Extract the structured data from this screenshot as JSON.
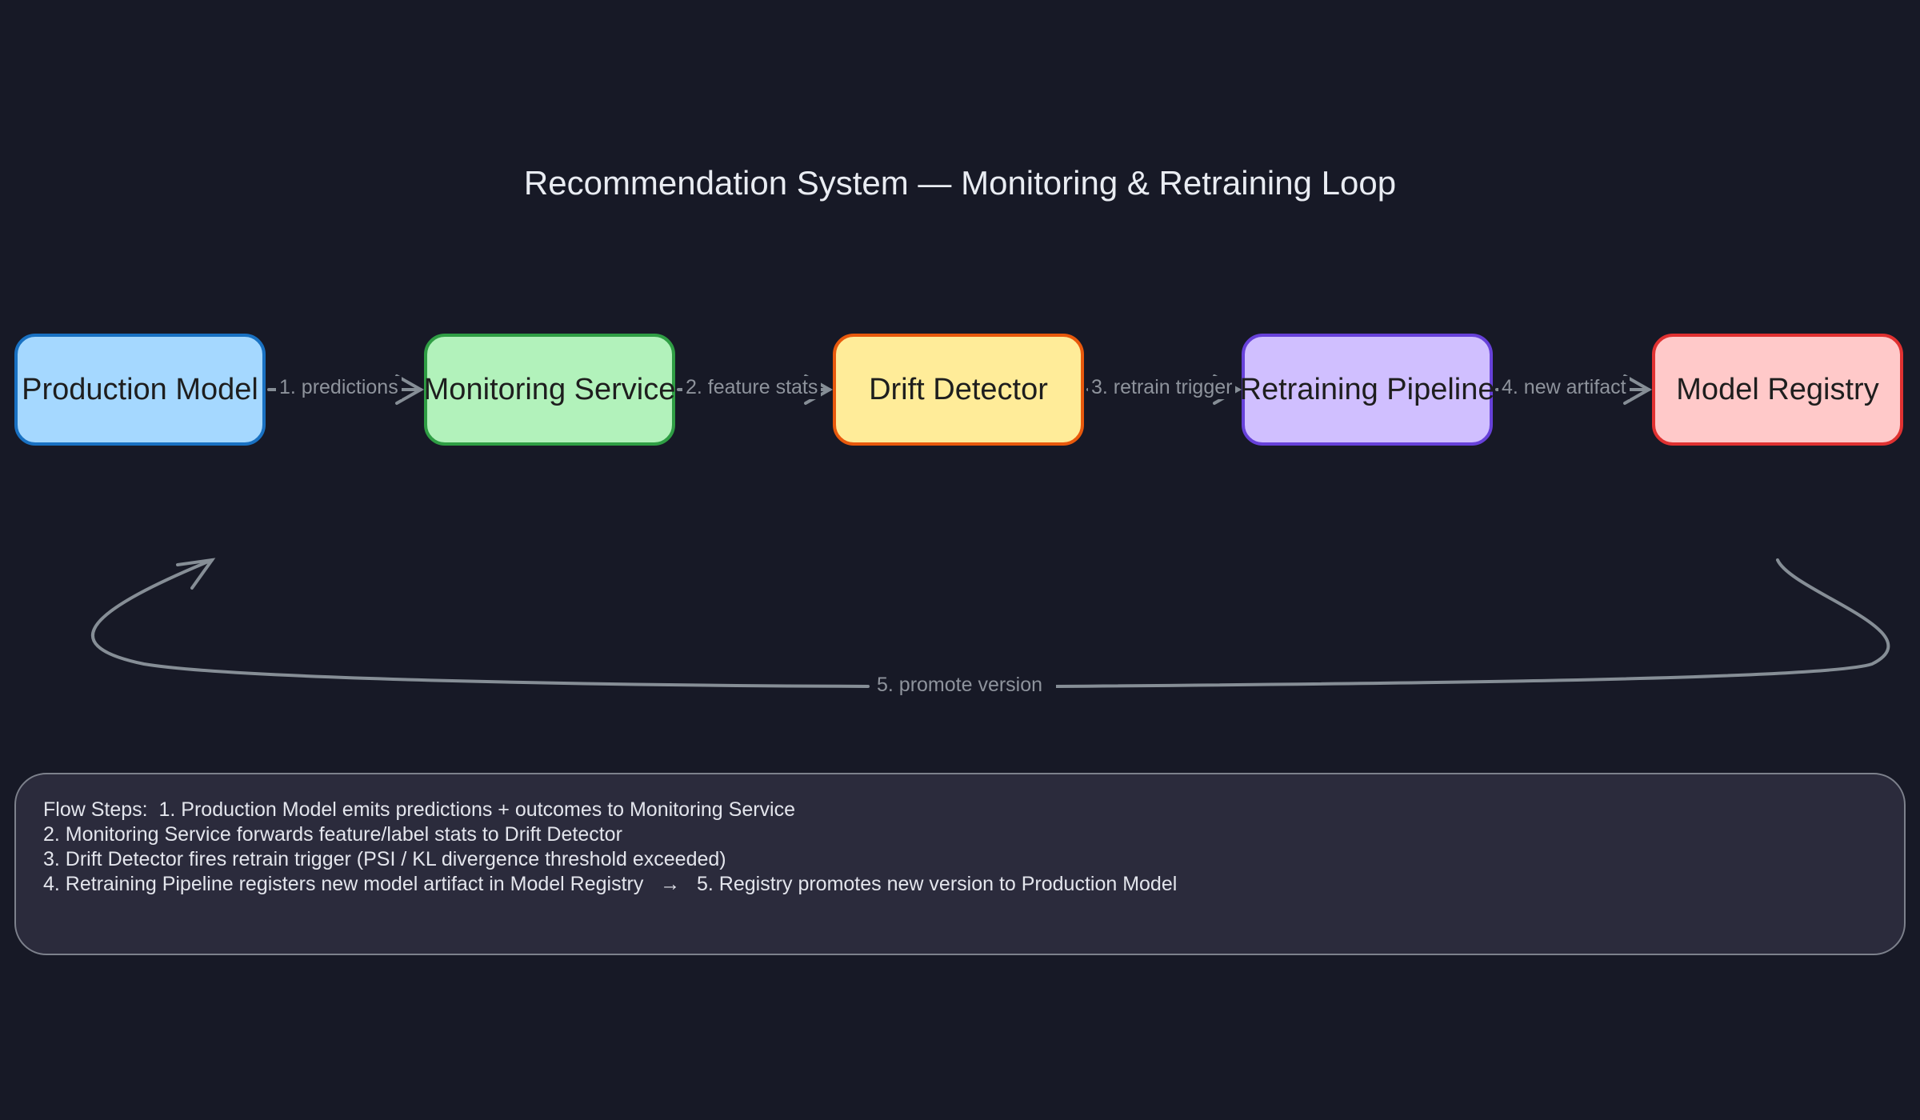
{
  "title": "Recommendation System — Monitoring & Retraining Loop",
  "nodes": [
    {
      "label": "Production Model",
      "fill": "#a5d8ff",
      "stroke": "#1971c2"
    },
    {
      "label": "Monitoring Service",
      "fill": "#b2f2bb",
      "stroke": "#2f9e44"
    },
    {
      "label": "Drift Detector",
      "fill": "#ffec99",
      "stroke": "#e8590c"
    },
    {
      "label": "Retraining Pipeline",
      "fill": "#d0bfff",
      "stroke": "#6741d9"
    },
    {
      "label": "Model Registry",
      "fill": "#ffc9c9",
      "stroke": "#e03131"
    }
  ],
  "edges": [
    {
      "label": "1. predictions"
    },
    {
      "label": "2. feature stats"
    },
    {
      "label": "3. retrain trigger"
    },
    {
      "label": "4. new artifact"
    },
    {
      "label": "5. promote version"
    }
  ],
  "edge_color": "#868e96",
  "notes": {
    "lines": [
      "Flow Steps:  1. Production Model emits predictions + outcomes to Monitoring Service",
      "2. Monitoring Service forwards feature/label stats to Drift Detector",
      "3. Drift Detector fires retrain trigger (PSI / KL divergence threshold exceeded)",
      "4. Retraining Pipeline registers new model artifact in Model Registry   →   5. Registry promotes new version to Production Model"
    ]
  }
}
